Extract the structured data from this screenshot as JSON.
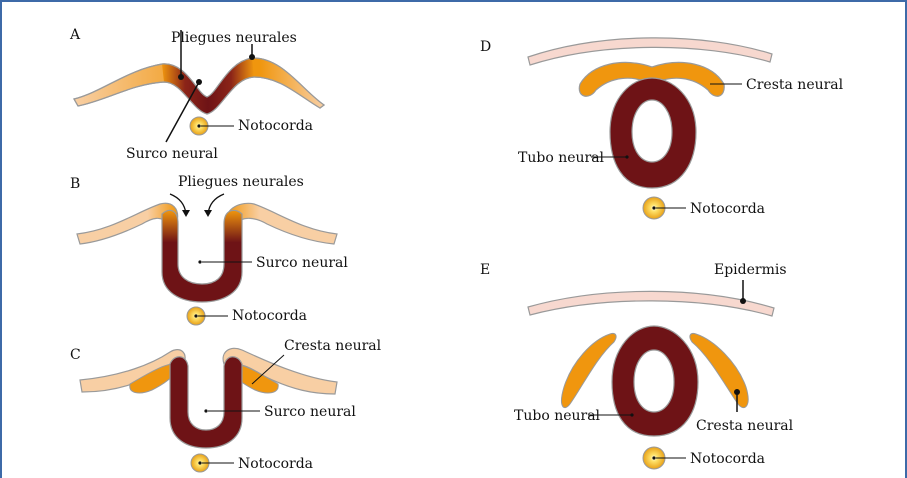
{
  "colors": {
    "neural_plate": "#f0960e",
    "neural_tube": "#6e1316",
    "ectoderm": "#f8cfa4",
    "epidermis": "#f7d8cf",
    "outline": "#9a9a9a",
    "notochord_center": "#ffe36b",
    "notochord_ring": "#e8a017",
    "frame_border": "#3d6aa8"
  },
  "panels": {
    "A": {
      "letter": "A",
      "pliegues": "Pliegues neurales",
      "surco": "Surco neural",
      "notocorda": "Notocorda"
    },
    "B": {
      "letter": "B",
      "pliegues": "Pliegues neurales",
      "surco": "Surco neural",
      "notocorda": "Notocorda"
    },
    "C": {
      "letter": "C",
      "cresta": "Cresta neural",
      "surco": "Surco neural",
      "notocorda": "Notocorda"
    },
    "D": {
      "letter": "D",
      "cresta": "Cresta neural",
      "tubo": "Tubo neural",
      "notocorda": "Notocorda"
    },
    "E": {
      "letter": "E",
      "epidermis": "Epidermis",
      "tubo": "Tubo neural",
      "cresta": "Cresta neural",
      "notocorda": "Notocorda"
    }
  }
}
